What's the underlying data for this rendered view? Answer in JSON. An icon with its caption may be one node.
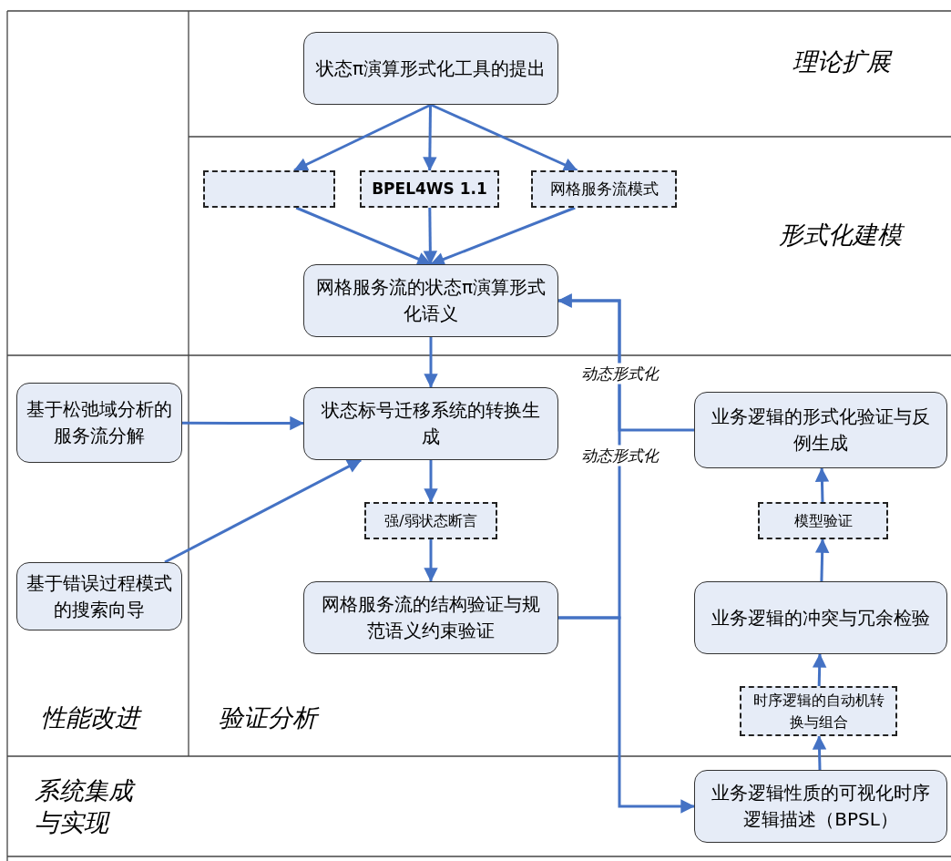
{
  "diagram": {
    "nodes": [
      {
        "text": [
          "状态π演算形式化工具的提出"
        ]
      },
      {
        "text": [],
        "shape": "box"
      },
      {
        "text": [
          "BPEL4WS 1.1"
        ]
      },
      {
        "text": [
          "网格服务流模式"
        ]
      },
      {
        "text": [
          "网格服务流的状态π演算形式化语义"
        ]
      },
      {
        "text": [
          "基于松弛域分析的服务流分解"
        ]
      },
      {
        "text": [
          "状态标号迁移系统的转换生成"
        ]
      },
      {
        "text": [
          "基于错误过程模式的搜索向导"
        ]
      },
      {
        "text": [
          "强/弱状态断言"
        ]
      },
      {
        "text": [
          "网格服务流的结构验证与规范语义约束验证"
        ]
      },
      {
        "text": [
          "业务逻辑的形式化验证与反例生成"
        ]
      },
      {
        "text": [
          "模型验证"
        ]
      },
      {
        "text": [
          "业务逻辑的冲突与冗余检验"
        ]
      },
      {
        "text": [
          "时序逻辑的自动机转换与组合"
        ]
      },
      {
        "text": [
          "业务逻辑性质的可视化时序逻辑描述（BPSL）"
        ]
      }
    ],
    "edges": [
      {
        "from": 0,
        "to": 1,
        "arrow": "to"
      },
      {
        "from": 0,
        "to": 2,
        "arrow": "to"
      },
      {
        "from": 0,
        "to": 3,
        "arrow": "to"
      },
      {
        "from": 1,
        "to": 4,
        "arrow": "to"
      },
      {
        "from": 2,
        "to": 4,
        "arrow": "to"
      },
      {
        "from": 3,
        "to": 4,
        "arrow": "to"
      },
      {
        "from": 4,
        "to": 6,
        "arrow": "to"
      },
      {
        "from": 5,
        "to": 6,
        "arrow": "to"
      },
      {
        "from": 7,
        "to": 6,
        "arrow": "to"
      },
      {
        "from": 6,
        "to": 8,
        "arrow": "to"
      },
      {
        "from": 8,
        "to": 9,
        "arrow": "to"
      },
      {
        "from": 9,
        "to": 14,
        "arrow": "to"
      },
      {
        "from": 9,
        "to": 4,
        "arrow": "to",
        "label": "动态形式化"
      },
      {
        "from": 10,
        "to": 4,
        "arrow": "to",
        "label": "动态形式化"
      },
      {
        "from": 14,
        "to": 13,
        "arrow": "to"
      },
      {
        "from": 13,
        "to": 12,
        "arrow": "to"
      },
      {
        "from": 12,
        "to": 11,
        "arrow": "to"
      },
      {
        "from": 11,
        "to": 10,
        "arrow": "to"
      }
    ],
    "labels": [
      "理论扩展",
      "形式化建模",
      "性能改进",
      "验证分析",
      "系统集成与实现"
    ]
  }
}
